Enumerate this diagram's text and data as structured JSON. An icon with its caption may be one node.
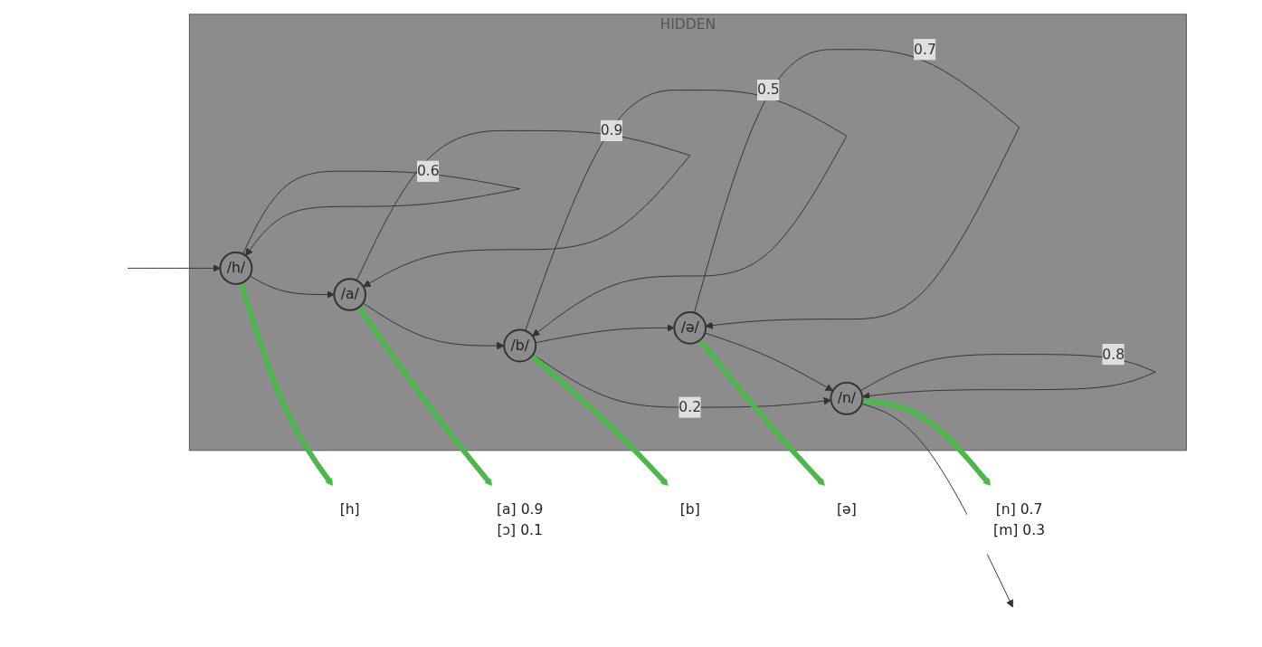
{
  "diagram": {
    "nodes": [
      {
        "text": [
          "HIDDEN"
        ]
      },
      {
        "text": [
          "/h/"
        ],
        "in": 0
      },
      {
        "text": [
          "/a/"
        ],
        "in": 0
      },
      {
        "text": [
          "/b/"
        ],
        "in": 0
      },
      {
        "text": [
          "/ə/"
        ],
        "in": 0
      },
      {
        "text": [
          "/n/"
        ],
        "in": 0
      },
      {
        "text": [
          "[h]"
        ]
      },
      {
        "text": [
          "[a] 0.9",
          "[ɔ] 0.1"
        ]
      },
      {
        "text": [
          "[b]"
        ]
      },
      {
        "text": [
          "[ə]"
        ]
      },
      {
        "text": [
          "[n] 0.7",
          "[m] 0.3"
        ]
      }
    ],
    "edges": [
      {
        "from": null,
        "to": 1,
        "arrow": "to"
      },
      {
        "from": 1,
        "to": 1,
        "arrow": "to",
        "label": "0.6"
      },
      {
        "from": 2,
        "to": 2,
        "arrow": "to",
        "label": "0.9"
      },
      {
        "from": 3,
        "to": 3,
        "arrow": "to",
        "label": "0.5"
      },
      {
        "from": 4,
        "to": 4,
        "arrow": "to",
        "label": "0.7"
      },
      {
        "from": 5,
        "to": 5,
        "arrow": "to",
        "label": "0.8"
      },
      {
        "from": 1,
        "to": 2,
        "arrow": "to"
      },
      {
        "from": 2,
        "to": 3,
        "arrow": "to"
      },
      {
        "from": 3,
        "to": 4,
        "arrow": "to"
      },
      {
        "from": 4,
        "to": 5,
        "arrow": "to"
      },
      {
        "from": 3,
        "to": 5,
        "arrow": "to",
        "label": "0.2"
      },
      {
        "from": 5,
        "to": null,
        "arrow": "to"
      },
      {
        "from": 1,
        "to": 6,
        "arrow": "to",
        "style": "thick",
        "color": "#4cb84c"
      },
      {
        "from": 2,
        "to": 7,
        "arrow": "to",
        "style": "thick",
        "color": "#4cb84c"
      },
      {
        "from": 3,
        "to": 8,
        "arrow": "to",
        "style": "thick",
        "color": "#4cb84c"
      },
      {
        "from": 4,
        "to": 9,
        "arrow": "to",
        "style": "thick",
        "color": "#4cb84c"
      },
      {
        "from": 5,
        "to": 10,
        "arrow": "to",
        "style": "thick",
        "color": "#4cb84c"
      }
    ]
  }
}
